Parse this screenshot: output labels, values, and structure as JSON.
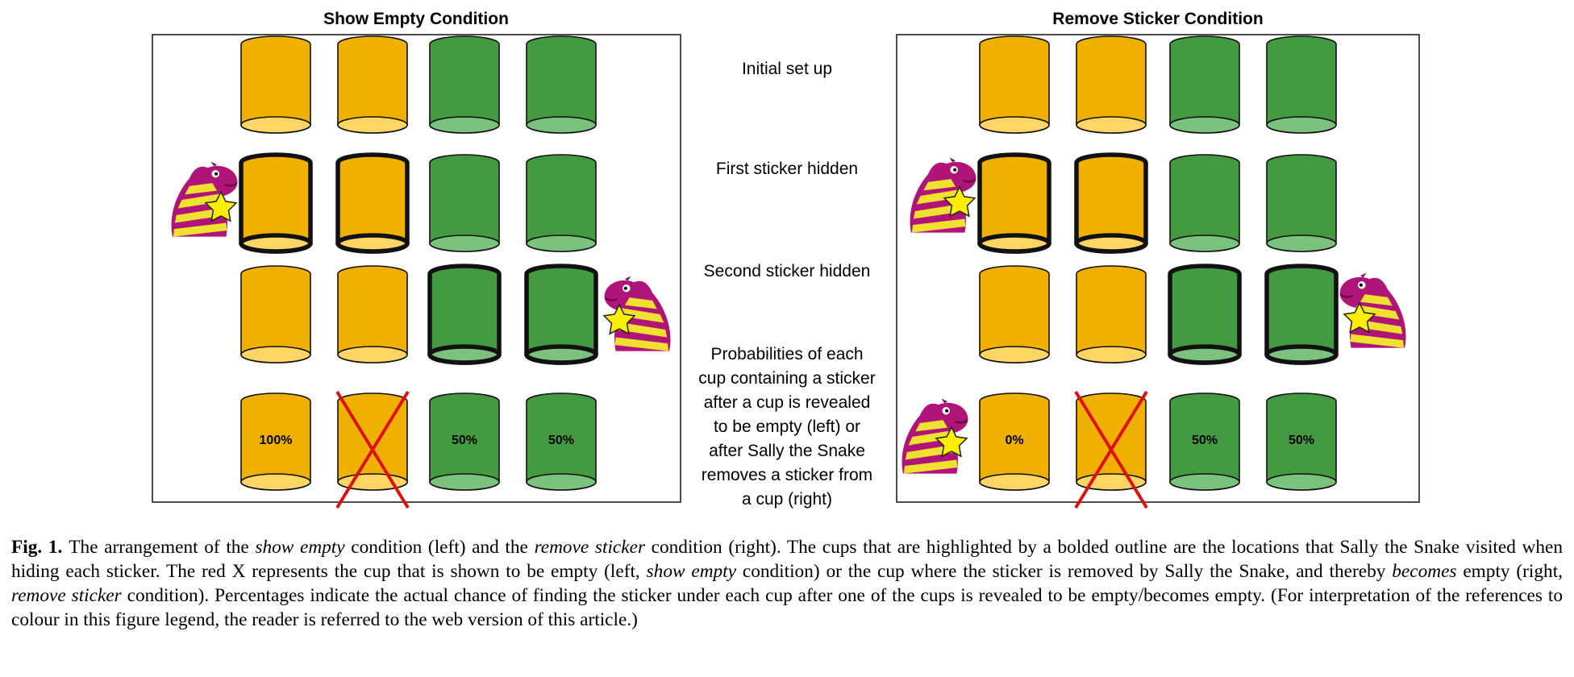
{
  "panels": [
    {
      "title": "Show Empty Condition",
      "final_row": [
        {
          "label": "100%",
          "crossed": false
        },
        {
          "label": "",
          "crossed": true
        },
        {
          "label": "50%",
          "crossed": false
        },
        {
          "label": "50%",
          "crossed": false
        }
      ],
      "snake_on_final_row": false
    },
    {
      "title": "Remove Sticker Condition",
      "final_row": [
        {
          "label": "0%",
          "crossed": false
        },
        {
          "label": "",
          "crossed": true
        },
        {
          "label": "50%",
          "crossed": false
        },
        {
          "label": "50%",
          "crossed": false
        }
      ],
      "snake_on_final_row": true
    }
  ],
  "row_labels": [
    [
      "Initial set up"
    ],
    [
      "First sticker hidden"
    ],
    [
      "Second sticker hidden"
    ],
    [
      "Probabilities of each",
      "cup containing a sticker",
      "after a cup is revealed",
      "to be empty (left) or",
      "after Sally the Snake",
      "removes a sticker from",
      "a cup (right)"
    ]
  ],
  "colors": {
    "orange_cup": "#F0B000",
    "orange_cup_bottom": "#FFD566",
    "green_cup": "#449A40",
    "green_cup_bottom": "#7CC27F",
    "cross": "#DD1111",
    "snake_magenta": "#B01478",
    "snake_yellow": "#F0E030",
    "star": "#FFEE00"
  },
  "icons": [
    "snake-puppet-icon",
    "star-sticker-icon",
    "red-x-icon"
  ],
  "caption": {
    "label": "Fig. 1.",
    "segments": [
      {
        "t": "The arrangement of the ",
        "i": false
      },
      {
        "t": "show empty",
        "i": true
      },
      {
        "t": " condition (left) and the ",
        "i": false
      },
      {
        "t": "remove sticker",
        "i": true
      },
      {
        "t": " condition (right). The cups that are highlighted by a bolded outline are the locations that Sally the Snake visited when hiding each sticker. The red X represents the cup that is shown to be empty (left, ",
        "i": false
      },
      {
        "t": "show empty",
        "i": true
      },
      {
        "t": " condition) or the cup where the sticker is removed by Sally the Snake, and thereby ",
        "i": false
      },
      {
        "t": "becomes",
        "i": true
      },
      {
        "t": " empty (right, ",
        "i": false
      },
      {
        "t": "remove sticker",
        "i": true
      },
      {
        "t": " condition). Percentages indicate the actual chance of finding the sticker under each cup after one of the cups is revealed to be empty/becomes empty. (For interpretation of the references to colour in this figure legend, the reader is referred to the web version of this article.)",
        "i": false
      }
    ]
  }
}
